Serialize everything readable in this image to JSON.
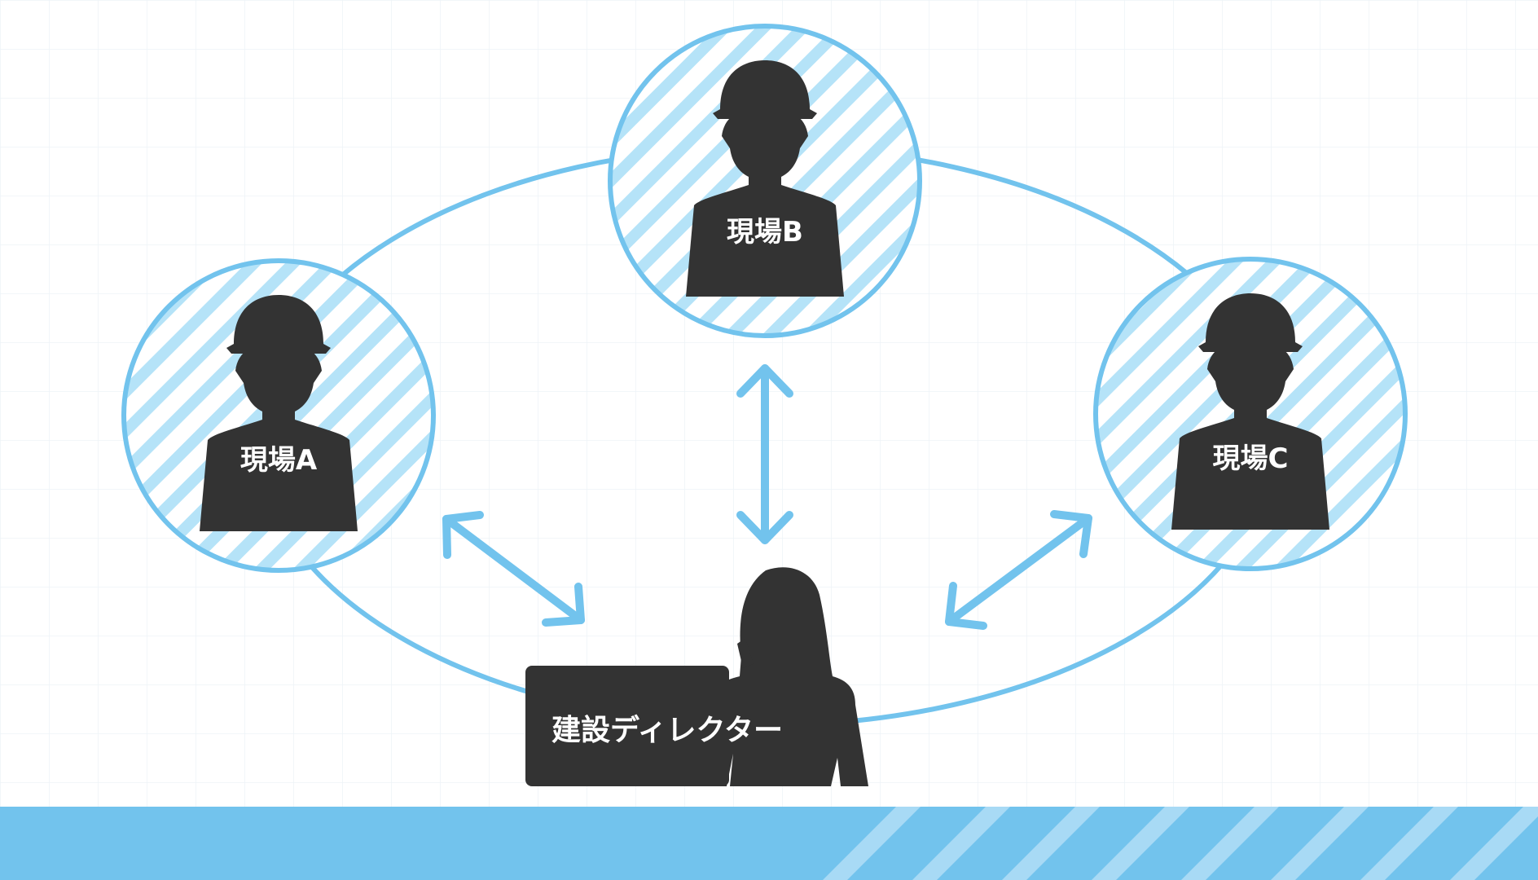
{
  "colors": {
    "accent": "#72c3ed",
    "accent_light": "#b5e3f8",
    "silhouette": "#333333",
    "grid": "#edf3f7",
    "background": "#ffffff",
    "text_on_dark": "#ffffff"
  },
  "sites": [
    {
      "id": "a",
      "label": "現場A"
    },
    {
      "id": "b",
      "label": "現場B"
    },
    {
      "id": "c",
      "label": "現場C"
    }
  ],
  "director": {
    "label": "建設ディレクター"
  },
  "icons": {
    "site_person": "hardhat-worker-silhouette-icon",
    "director_person": "female-phone-silhouette-icon",
    "connection": "double-arrow-icon"
  }
}
